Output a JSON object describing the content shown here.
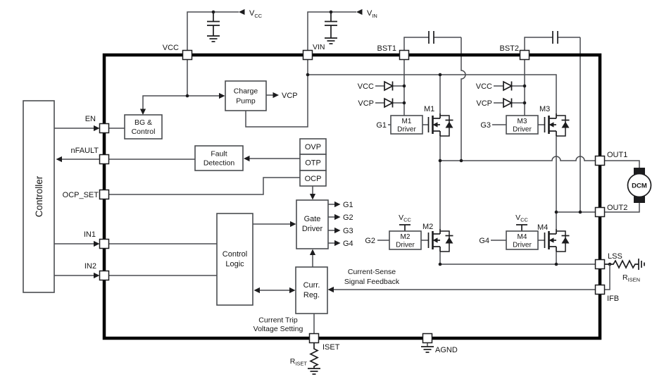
{
  "pins": {
    "top": {
      "vcc": "VCC",
      "vin": "VIN",
      "bst1": "BST1",
      "bst2": "BST2"
    },
    "left": {
      "en": "EN",
      "nfault": "nFAULT",
      "ocp_set": "OCP_SET",
      "in1": "IN1",
      "in2": "IN2"
    },
    "right": {
      "out1": "OUT1",
      "out2": "OUT2",
      "lss": "LSS",
      "ifb": "IFB"
    },
    "bottom": {
      "iset": "ISET",
      "agnd": "AGND"
    }
  },
  "external": {
    "vcc_supply": {
      "base": "V",
      "sub": "CC"
    },
    "vin_supply": {
      "base": "V",
      "sub": "IN"
    },
    "motor": "DCM",
    "risen": {
      "base": "R",
      "sub": "ISEN"
    },
    "riset": {
      "base": "R",
      "sub": "ISET"
    }
  },
  "blocks": {
    "controller": "Controller",
    "bg_control": {
      "l1": "BG &",
      "l2": "Control"
    },
    "charge_pump": {
      "l1": "Charge",
      "l2": "Pump"
    },
    "fault_detection": {
      "l1": "Fault",
      "l2": "Detection"
    },
    "ovp": "OVP",
    "otp": "OTP",
    "ocp": "OCP",
    "gate_driver": {
      "l1": "Gate",
      "l2": "Driver"
    },
    "control_logic": {
      "l1": "Control",
      "l2": "Logic"
    },
    "curr_reg": {
      "l1": "Curr.",
      "l2": "Reg."
    },
    "m1_driver": {
      "l1": "M1",
      "l2": "Driver"
    },
    "m2_driver": {
      "l1": "M2",
      "l2": "Driver"
    },
    "m3_driver": {
      "l1": "M3",
      "l2": "Driver"
    },
    "m4_driver": {
      "l1": "M4",
      "l2": "Driver"
    }
  },
  "signals": {
    "vcp": "VCP",
    "gate_outputs": {
      "g1": "G1",
      "g2": "G2",
      "g3": "G3",
      "g4": "G4"
    },
    "diode_vcc": "VCC",
    "diode_vcp": "VCP",
    "driver_supply": {
      "base": "V",
      "sub": "CC"
    }
  },
  "mosfets": {
    "m1": "M1",
    "m2": "M2",
    "m3": "M3",
    "m4": "M4"
  },
  "annotations": {
    "feedback_l1": "Current-Sense",
    "feedback_l2": "Signal Feedback",
    "trip_l1": "Current Trip",
    "trip_l2": "Voltage Setting"
  }
}
